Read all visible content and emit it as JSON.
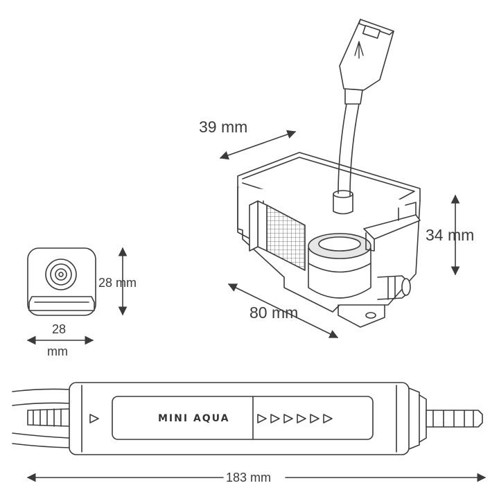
{
  "dimensions": {
    "top_depth": "39 mm",
    "top_height": "34 mm",
    "top_length": "80 mm",
    "front_height": "28 mm",
    "front_width_value": "28",
    "front_width_unit": "mm",
    "inline_length": "183 mm"
  },
  "inline_unit": {
    "brand": "MINI AQUA"
  },
  "colors": {
    "line": "#3a3a3a",
    "light": "#e6e6e6"
  }
}
